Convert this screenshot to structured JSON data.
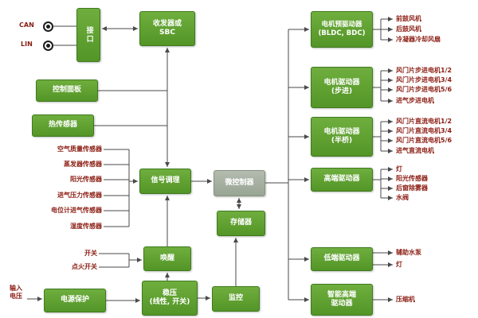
{
  "colors": {
    "box_green": "#5da035",
    "box_green_border": "#3f7a1e",
    "box_gray": "#a4ae9f",
    "label_red": "#8b1c12",
    "line": "#4a4a4a",
    "background": "#ffffff"
  },
  "inputs": {
    "can": "CAN",
    "lin": "LIN",
    "input_voltage": "输入\n电压",
    "switch": "开关",
    "ignition_switch": "点火开关"
  },
  "sensors": [
    "空气质量传感器",
    "蒸发器传感器",
    "阳光传感器",
    "进气压力传感器",
    "电位计进气传感器",
    "湿度传感器"
  ],
  "boxes": {
    "interface": "接口",
    "sbc": "收发器或\nSBC",
    "control_panel": "控制面板",
    "thermal_sensor": "热传感器",
    "signal_conditioning": "信号调理",
    "mcu": "微控制器",
    "memory": "存储器",
    "wakeup": "唤醒",
    "power_protection": "电源保护",
    "regulator": "稳压\n(线性, 开关)",
    "monitor": "监控",
    "motor_predriver": "电机预驱动器\n(BLDC, BDC)",
    "motor_driver_stepper": "电机驱动器\n(步进)",
    "motor_driver_half_bridge": "电机驱动器\n(半桥)",
    "high_side_driver": "高端驱动器",
    "low_side_driver": "低端驱动器",
    "smart_high_side_driver": "智能高端\n驱动器"
  },
  "outputs": {
    "predriver": [
      "前鼓风机",
      "后鼓风机",
      "冷凝器冷却风扇"
    ],
    "stepper": [
      "风门片步进电机1/2",
      "风门片步进电机3/4",
      "风门片步进电机5/6",
      "进气步进电机"
    ],
    "half_bridge": [
      "风门片直流电机1/2",
      "风门片直流电机3/4",
      "风门片直流电机5/6",
      "进气直流电机"
    ],
    "high_side": [
      "灯",
      "阳光传感器",
      "后窗除雾器",
      "水阀"
    ],
    "low_side": [
      "辅助水泵",
      "灯"
    ],
    "smart": [
      "压缩机"
    ]
  }
}
